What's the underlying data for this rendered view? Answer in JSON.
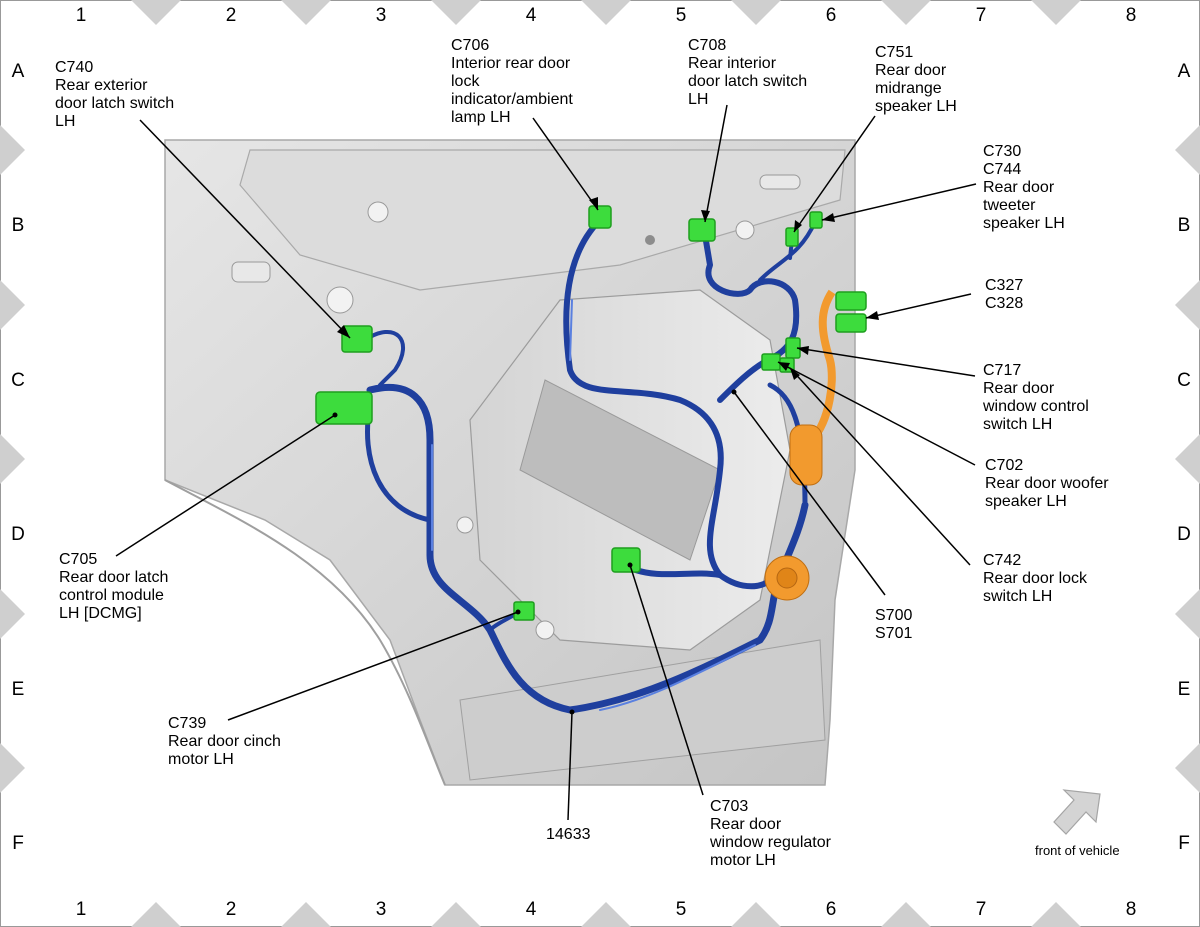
{
  "grid": {
    "columns": [
      "1",
      "2",
      "3",
      "4",
      "5",
      "6",
      "7",
      "8"
    ],
    "rows": [
      "A",
      "B",
      "C",
      "D",
      "E",
      "F"
    ]
  },
  "colors": {
    "harness": "#1f3f9e",
    "harness_light": "#4a6fd0",
    "connector": "#3ddc3d",
    "connector_dark": "#1e9e1e",
    "orange": "#f29a2e",
    "panel": "#d9d9d9",
    "panel_dark": "#b9b9b9",
    "tick": "#cfcfcf"
  },
  "callouts": {
    "c740": [
      "C740",
      "Rear exterior",
      "door latch switch",
      "LH"
    ],
    "c706": [
      "C706",
      "Interior rear door",
      "lock",
      "indicator/ambient",
      "lamp LH"
    ],
    "c708": [
      "C708",
      "Rear interior",
      "door latch switch",
      "LH"
    ],
    "c751": [
      "C751",
      "Rear door",
      "midrange",
      "speaker LH"
    ],
    "c730": [
      "C730",
      "C744",
      "Rear door",
      "tweeter",
      "speaker LH"
    ],
    "c327": [
      "C327",
      "C328"
    ],
    "c717": [
      "C717",
      "Rear door",
      "window control",
      "switch LH"
    ],
    "c702": [
      "C702",
      "Rear door woofer",
      "speaker LH"
    ],
    "c742": [
      "C742",
      "Rear door lock",
      "switch LH"
    ],
    "s700": [
      "S700",
      "S701"
    ],
    "c705": [
      "C705",
      "Rear door latch",
      "control module",
      "LH [DCMG]"
    ],
    "c739": [
      "C739",
      "Rear door cinch",
      "motor LH"
    ],
    "c703": [
      "C703",
      "Rear door",
      "window regulator",
      "motor LH"
    ],
    "harness": [
      "14633"
    ]
  },
  "front_of_vehicle": "front of vehicle"
}
